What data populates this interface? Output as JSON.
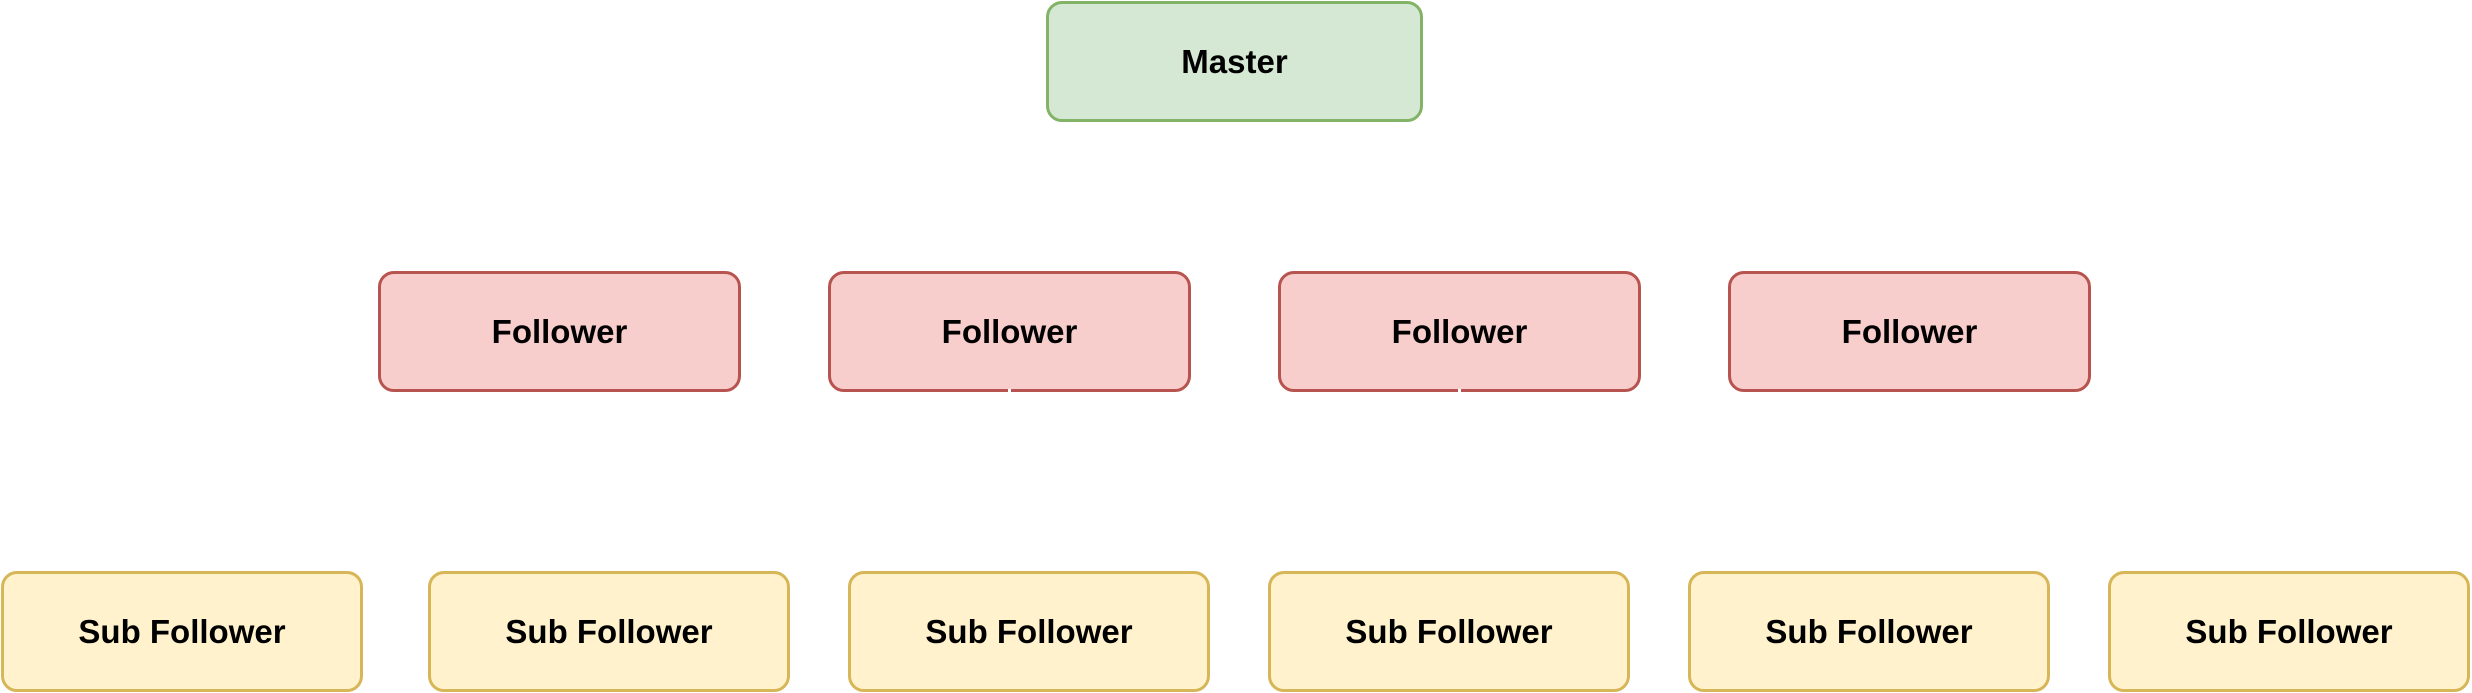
{
  "diagram": {
    "type": "hierarchy",
    "colors": {
      "master_fill": "#d5e8d4",
      "master_stroke": "#82b366",
      "follower_fill": "#f8cecc",
      "follower_stroke": "#b85450",
      "sub_fill": "#fff2cc",
      "sub_stroke": "#d6b656"
    },
    "master": {
      "label": "Master"
    },
    "followers": [
      {
        "label": "Follower"
      },
      {
        "label": "Follower"
      },
      {
        "label": "Follower"
      },
      {
        "label": "Follower"
      }
    ],
    "sub_followers": [
      {
        "label": "Sub Follower"
      },
      {
        "label": "Sub Follower"
      },
      {
        "label": "Sub Follower"
      },
      {
        "label": "Sub Follower"
      },
      {
        "label": "Sub Follower"
      },
      {
        "label": "Sub Follower"
      }
    ]
  }
}
